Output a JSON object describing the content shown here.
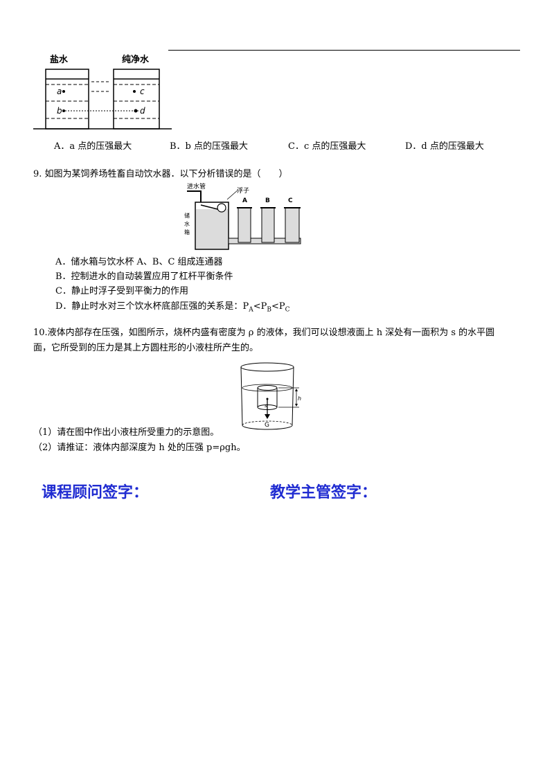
{
  "q8": {
    "figure": {
      "label_left": "盐水",
      "label_right": "纯净水",
      "point_a": "a",
      "point_b": "b",
      "point_c": "c",
      "point_d": "d"
    },
    "options": [
      "A．a 点的压强最大",
      "B．b 点的压强最大",
      "C．c 点的压强最大",
      "D．d 点的压强最大"
    ]
  },
  "q9": {
    "stem": "9. 如图为某饲养场牲畜自动饮水器．以下分析错误的是（　　）",
    "figure": {
      "inlet": "进水管",
      "float": "浮子",
      "tank": [
        "储",
        "水",
        "箱"
      ],
      "cup_a": "A",
      "cup_b": "B",
      "cup_c": "C"
    },
    "options": {
      "a": "A．储水箱与饮水杯 A、B、C 组成连通器",
      "b": "B．控制进水的自动装置应用了杠杆平衡条件",
      "c": "C．静止时浮子受到平衡力的作用",
      "d_prefix": "D．静止时水对三个饮水杯底部压强的关系是：",
      "d_p": "P",
      "d_sub_a": "A",
      "d_sub_b": "B",
      "d_sub_c": "C",
      "d_lt": "<"
    }
  },
  "q10": {
    "stem_line1": "10.液体内部存在压强，如图所示，烧杯内盛有密度为 ρ 的液体，我们可以设想液面上 h 深处有一面积为 s 的水平圆",
    "stem_line2": "面，它所受到的压力是其上方圆柱形的小液柱所产生的。",
    "figure": {
      "h": "h",
      "s": "s",
      "g": "G"
    },
    "sub1": "（1）请在图中作出小液柱所受重力的示意图。",
    "sub2": "（2）请推证：液体内部深度为 h 处的压强 p=ρgh。"
  },
  "signatures": {
    "advisor": "课程顾问签字：",
    "supervisor": "教学主管签字："
  },
  "colors": {
    "signature": "#1f2bd1"
  }
}
